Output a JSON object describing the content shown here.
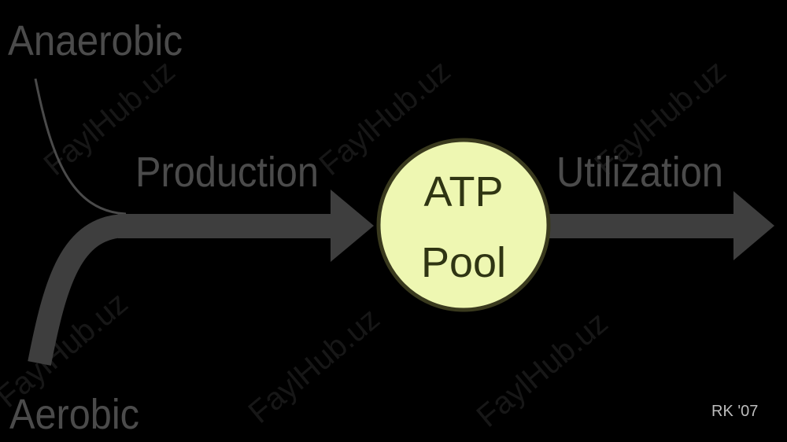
{
  "labels": {
    "anaerobic": "Anaerobic",
    "aerobic": "Aerobic",
    "production": "Production",
    "utilization": "Utilization",
    "pool_line1": "ATP",
    "pool_line2": "Pool",
    "credit": "RK '07"
  },
  "watermark": "FaylHub.uz",
  "colors": {
    "background": "#000000",
    "arrow": "#3e3e3e",
    "thin_line": "#4a4a4a",
    "label_text": "#4b4b4b",
    "pool_fill": "#eef7b2",
    "pool_stroke": "#3a3a1e",
    "pool_text": "#2f3513",
    "credit_text": "#bdbdbd",
    "watermark_text": "#171717"
  }
}
